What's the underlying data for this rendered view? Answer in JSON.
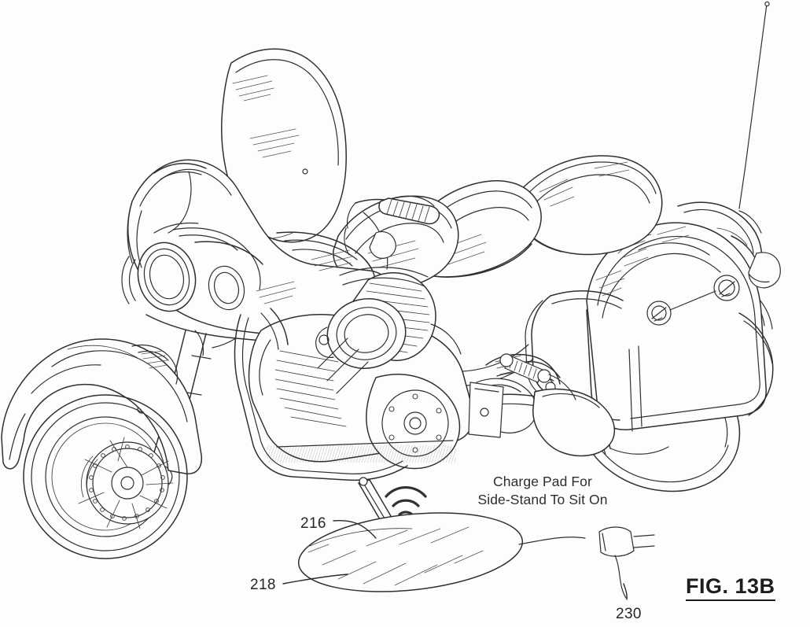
{
  "figure": {
    "label": "FIG. 13B",
    "background_color": "#fdfdfd",
    "line_color": "#303030"
  },
  "annotation": {
    "caption_line_1": "Charge Pad For",
    "caption_line_2": "Side-Stand To Sit On"
  },
  "reference_numerals": [
    {
      "id": "216",
      "value": "216",
      "refers_to": "side-stand"
    },
    {
      "id": "218",
      "value": "218",
      "refers_to": "charge-pad"
    },
    {
      "id": "230",
      "value": "230",
      "refers_to": "power-plug-cord"
    }
  ],
  "drawing_elements": {
    "vehicle": "motorcycle-bagger-side-view",
    "components": [
      "front-fairing-windshield",
      "headlight",
      "driving-lights",
      "handlebar-grip",
      "fuel-tank",
      "rider-seat",
      "passenger-seat",
      "v-twin-engine",
      "exhaust-pipe",
      "front-wheel-brake-rotor",
      "front-fender",
      "front-fork",
      "rear-wheel",
      "rear-fender",
      "saddlebag",
      "crash-bar",
      "floorboard",
      "antenna"
    ],
    "charging_system": [
      "wireless-signal-icon",
      "charge-pad-ellipse",
      "side-stand",
      "power-cord",
      "two-prong-plug"
    ]
  }
}
